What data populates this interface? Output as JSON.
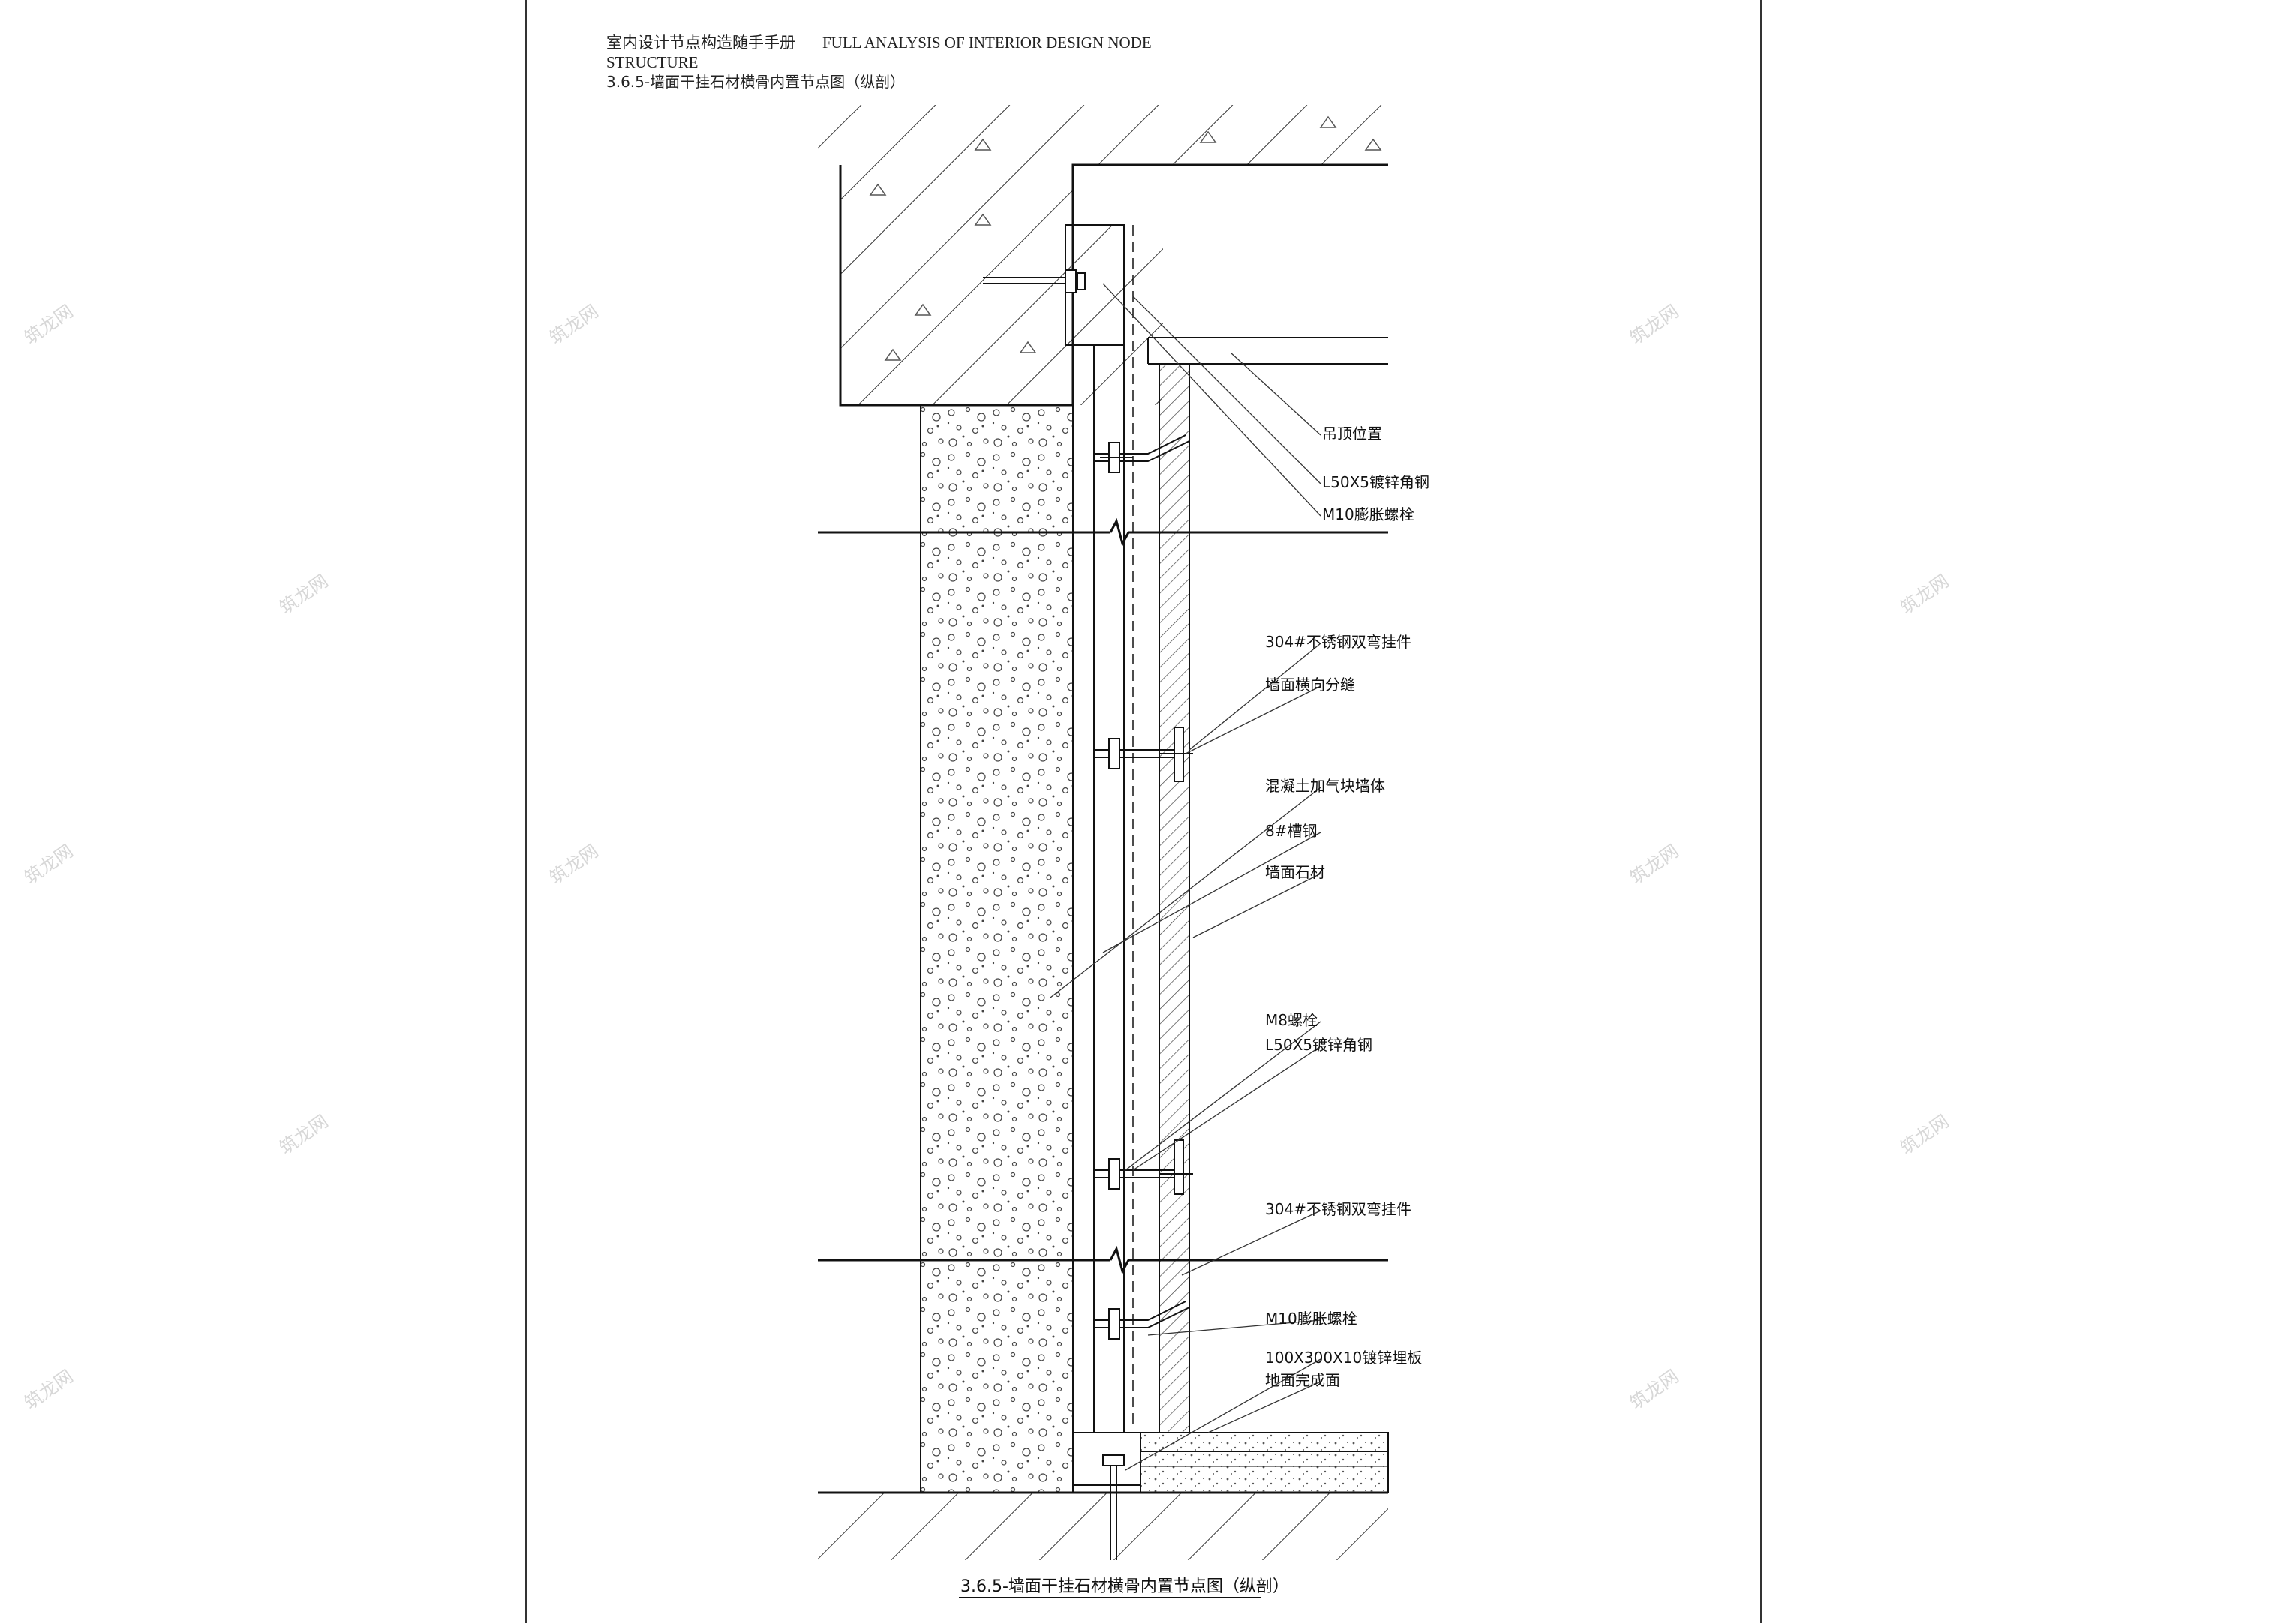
{
  "header": {
    "manual_cn": "室内设计节点构造随手手册",
    "manual_en_1": "FULL ANALYSIS OF INTERIOR DESIGN NODE",
    "manual_en_2": "STRUCTURE",
    "section_title": "3.6.5-墙面干挂石材横骨内置节点图（纵剖）"
  },
  "labels": {
    "ceiling": "吊顶位置",
    "angle_steel_top": "L50X5镀锌角钢",
    "expansion_bolt_top": "M10膨胀螺栓",
    "pendant_upper": "304#不锈钢双弯挂件",
    "horizontal_joint": "墙面横向分缝",
    "block_wall": "混凝土加气块墙体",
    "channel_steel": "8#槽钢",
    "wall_stone": "墙面石材",
    "m8_bolt": "M8螺栓",
    "angle_steel_mid": "L50X5镀锌角钢",
    "pendant_lower": "304#不锈钢双弯挂件",
    "expansion_bolt_bottom": "M10膨胀螺栓",
    "embedded_plate": "100X300X10镀锌埋板",
    "floor_finish": "地面完成面"
  },
  "caption": "3.6.5-墙面干挂石材横骨内置节点图（纵剖）",
  "watermark": "筑龙网"
}
